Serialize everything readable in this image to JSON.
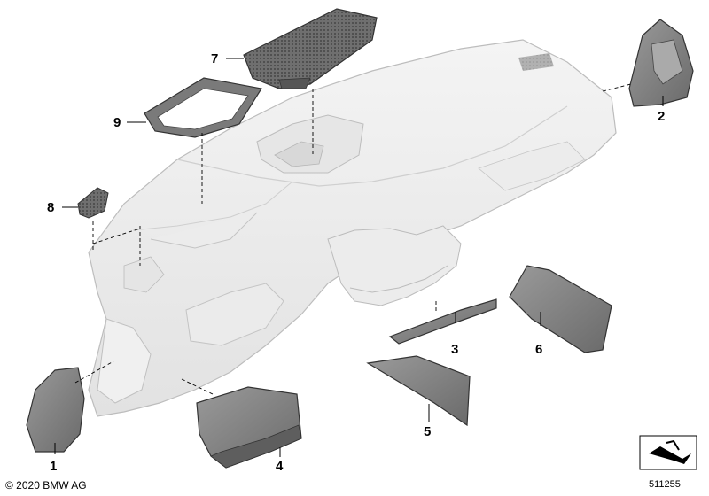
{
  "diagram": {
    "callouts": [
      {
        "id": "1",
        "label": "1"
      },
      {
        "id": "2",
        "label": "2"
      },
      {
        "id": "3",
        "label": "3"
      },
      {
        "id": "4",
        "label": "4"
      },
      {
        "id": "5",
        "label": "5"
      },
      {
        "id": "6",
        "label": "6"
      },
      {
        "id": "7",
        "label": "7"
      },
      {
        "id": "8",
        "label": "8"
      },
      {
        "id": "9",
        "label": "9"
      }
    ],
    "copyright": "© 2020 BMW AG",
    "part_number": "511255"
  }
}
